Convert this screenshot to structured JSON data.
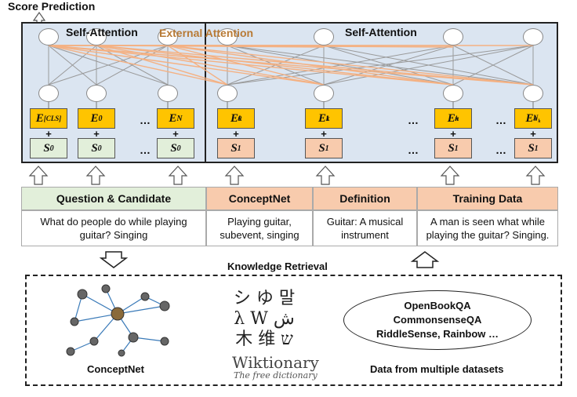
{
  "header": {
    "title": "Score Prediction"
  },
  "attention": {
    "left_label": "Self-Attention",
    "external_label": "External Attention",
    "right_label": "Self-Attention"
  },
  "embeddings": {
    "e_cls": "E[CLS]",
    "e0": "E0",
    "eN": "EN",
    "ek0": "Ek0",
    "ek1": "Ek1",
    "ekn": "Ekn",
    "ekNk": "EkNk",
    "s0": "S0",
    "s1": "S1",
    "plus": "+",
    "ellipsis": "…"
  },
  "table": {
    "headers": [
      "Question & Candidate",
      "ConceptNet",
      "Definition",
      "Training Data"
    ],
    "cells": [
      "What do people do while playing guitar? Singing",
      "Playing guitar, subevent, singing",
      "Guitar: A musical instrument",
      "A man is seen what while playing the guitar? Singing."
    ]
  },
  "retrieval": {
    "label": "Knowledge Retrieval",
    "conceptnet_caption": "ConceptNet",
    "wiktionary_glyphs": [
      "シ ゆ 말",
      "λ W ش",
      "木 维 ש"
    ],
    "wiktionary_title": "Wiktionary",
    "wiktionary_subtitle": "The free dictionary",
    "datasets": [
      "OpenBookQA",
      "CommonsenseQA",
      "RiddleSense, Rainbow …"
    ],
    "datasets_caption": "Data from multiple datasets"
  },
  "colors": {
    "attention_bg": "#dbe5f1",
    "embedding": "#ffc400",
    "green": "#e2efda",
    "orange": "#f8cbad",
    "external_edges": "#f4b183"
  }
}
